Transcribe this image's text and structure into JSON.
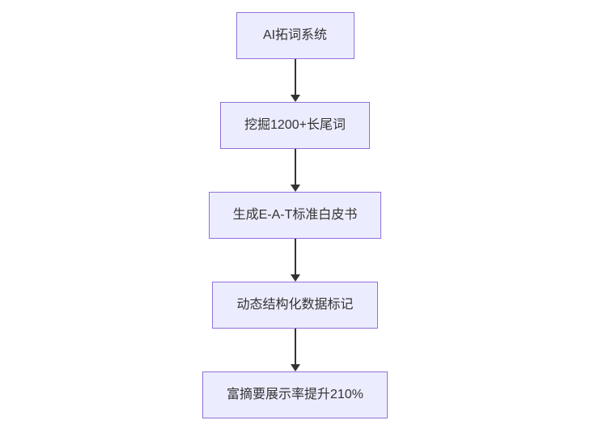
{
  "diagram": {
    "type": "flowchart",
    "direction": "top-down",
    "nodes": [
      {
        "id": "n1",
        "label": "AI拓词系统"
      },
      {
        "id": "n2",
        "label": "挖掘1200+长尾词"
      },
      {
        "id": "n3",
        "label": "生成E-A-T标准白皮书"
      },
      {
        "id": "n4",
        "label": "动态结构化数据标记"
      },
      {
        "id": "n5",
        "label": "富摘要展示率提升210%"
      }
    ],
    "edges": [
      {
        "from": "n1",
        "to": "n2"
      },
      {
        "from": "n2",
        "to": "n3"
      },
      {
        "from": "n3",
        "to": "n4"
      },
      {
        "from": "n4",
        "to": "n5"
      }
    ],
    "colors": {
      "node_fill": "#ECECFF",
      "node_border": "#9370DB",
      "node_text": "#333333",
      "arrow": "#333333",
      "background": "#FFFFFF"
    }
  }
}
